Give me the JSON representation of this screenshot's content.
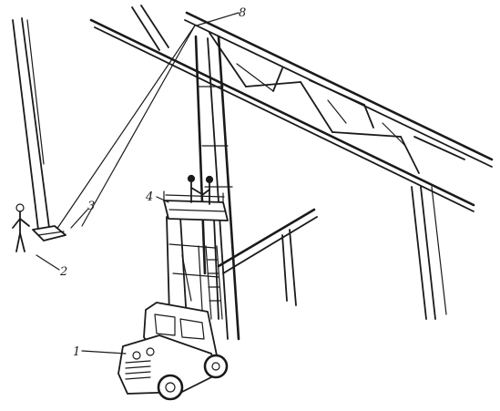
{
  "callouts": {
    "c1": "1",
    "c2": "2",
    "c3": "3",
    "c4": "4",
    "c5": "8"
  },
  "colors": {
    "ink": "#1a1a1a",
    "background": "#ffffff"
  }
}
